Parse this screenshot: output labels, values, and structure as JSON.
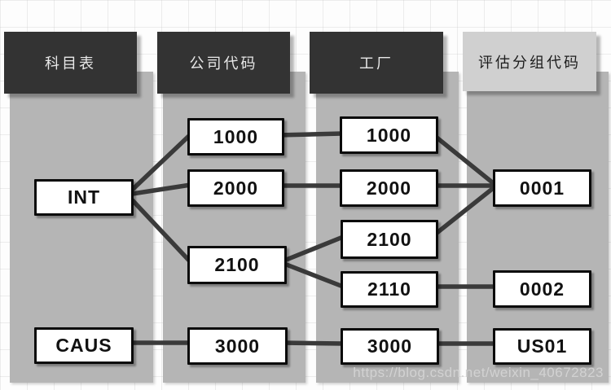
{
  "diagram": {
    "title_watermark": "https://blog.csdn.net/weixin_40672823",
    "columns": [
      {
        "id": "chart-of-accounts",
        "header": "科目表",
        "header_style": "dark",
        "nodes": [
          {
            "id": "coa-int",
            "label": "INT"
          },
          {
            "id": "coa-caus",
            "label": "CAUS"
          }
        ]
      },
      {
        "id": "company-code",
        "header": "公司代码",
        "header_style": "dark",
        "nodes": [
          {
            "id": "cc-1000",
            "label": "1000"
          },
          {
            "id": "cc-2000",
            "label": "2000"
          },
          {
            "id": "cc-2100",
            "label": "2100"
          },
          {
            "id": "cc-3000",
            "label": "3000"
          }
        ]
      },
      {
        "id": "plant",
        "header": "工厂",
        "header_style": "dark",
        "nodes": [
          {
            "id": "pl-1000",
            "label": "1000"
          },
          {
            "id": "pl-2000",
            "label": "2000"
          },
          {
            "id": "pl-2100",
            "label": "2100"
          },
          {
            "id": "pl-2110",
            "label": "2110"
          },
          {
            "id": "pl-3000",
            "label": "3000"
          }
        ]
      },
      {
        "id": "valuation-grouping-code",
        "header": "评估分组代码",
        "header_style": "light",
        "nodes": [
          {
            "id": "vg-0001",
            "label": "0001"
          },
          {
            "id": "vg-0002",
            "label": "0002"
          },
          {
            "id": "vg-us01",
            "label": "US01"
          }
        ]
      }
    ],
    "edges": [
      [
        "coa-int",
        "cc-1000"
      ],
      [
        "coa-int",
        "cc-2000"
      ],
      [
        "coa-int",
        "cc-2100"
      ],
      [
        "coa-caus",
        "cc-3000"
      ],
      [
        "cc-1000",
        "pl-1000"
      ],
      [
        "cc-2000",
        "pl-2000"
      ],
      [
        "cc-2100",
        "pl-2100"
      ],
      [
        "cc-2100",
        "pl-2110"
      ],
      [
        "cc-3000",
        "pl-3000"
      ],
      [
        "pl-1000",
        "vg-0001"
      ],
      [
        "pl-2000",
        "vg-0001"
      ],
      [
        "pl-2100",
        "vg-0001"
      ],
      [
        "pl-2110",
        "vg-0002"
      ],
      [
        "pl-3000",
        "vg-us01"
      ]
    ],
    "colors": {
      "header_dark_bg": "#333333",
      "header_dark_text": "#e8e8e8",
      "header_light_bg": "#d0d0d0",
      "column_band": "#b5b5b5",
      "node_bg": "#ffffff",
      "node_border": "#0a0a0a",
      "edge_line": "#3a3a3a",
      "watermark_text": "#d2d2d2"
    }
  }
}
